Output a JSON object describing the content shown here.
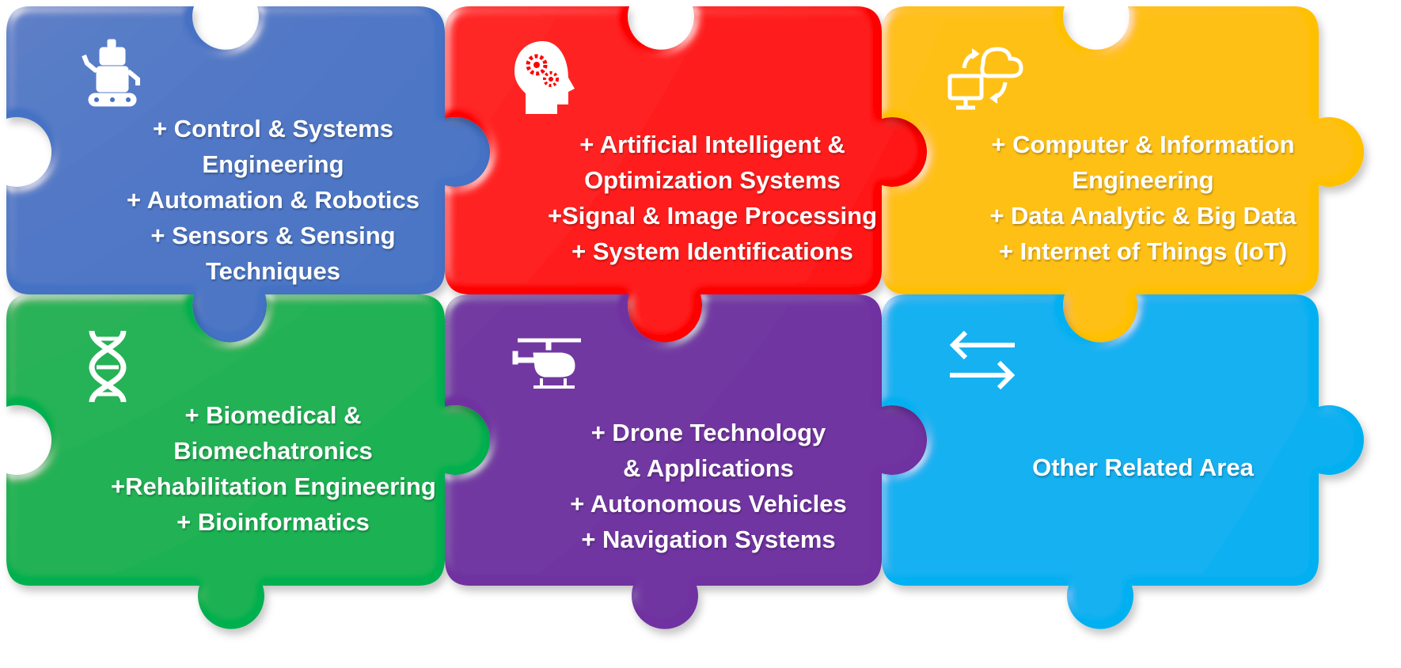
{
  "pieces": [
    {
      "id": "control",
      "color": "#4472C4",
      "icon": "robot-icon",
      "lines": [
        "+ Control & Systems",
        "Engineering",
        "+ Automation & Robotics",
        "+ Sensors & Sensing",
        "Techniques"
      ]
    },
    {
      "id": "ai",
      "color": "#FF0000",
      "icon": "brain-gears-icon",
      "lines": [
        "+ Artificial Intelligent &",
        "Optimization Systems",
        "+Signal & Image Processing",
        "+ System Identifications"
      ]
    },
    {
      "id": "computer",
      "color": "#FFC000",
      "icon": "cloud-computer-sync-icon",
      "lines": [
        "+ Computer  & Information",
        "Engineering",
        "+ Data Analytic & Big Data",
        "+ Internet of Things (IoT)"
      ]
    },
    {
      "id": "biomedical",
      "color": "#00B050",
      "icon": "dna-icon",
      "lines": [
        "+ Biomedical &",
        "Biomechatronics",
        "+Rehabilitation Engineering",
        "+ Bioinformatics"
      ]
    },
    {
      "id": "drone",
      "color": "#7030A0",
      "icon": "helicopter-icon",
      "lines": [
        "+ Drone Technology",
        "& Applications",
        "+ Autonomous Vehicles",
        "+ Navigation Systems"
      ]
    },
    {
      "id": "other",
      "color": "#00B0F0",
      "icon": "arrows-exchange-icon",
      "lines": [
        "Other Related Area"
      ]
    }
  ]
}
